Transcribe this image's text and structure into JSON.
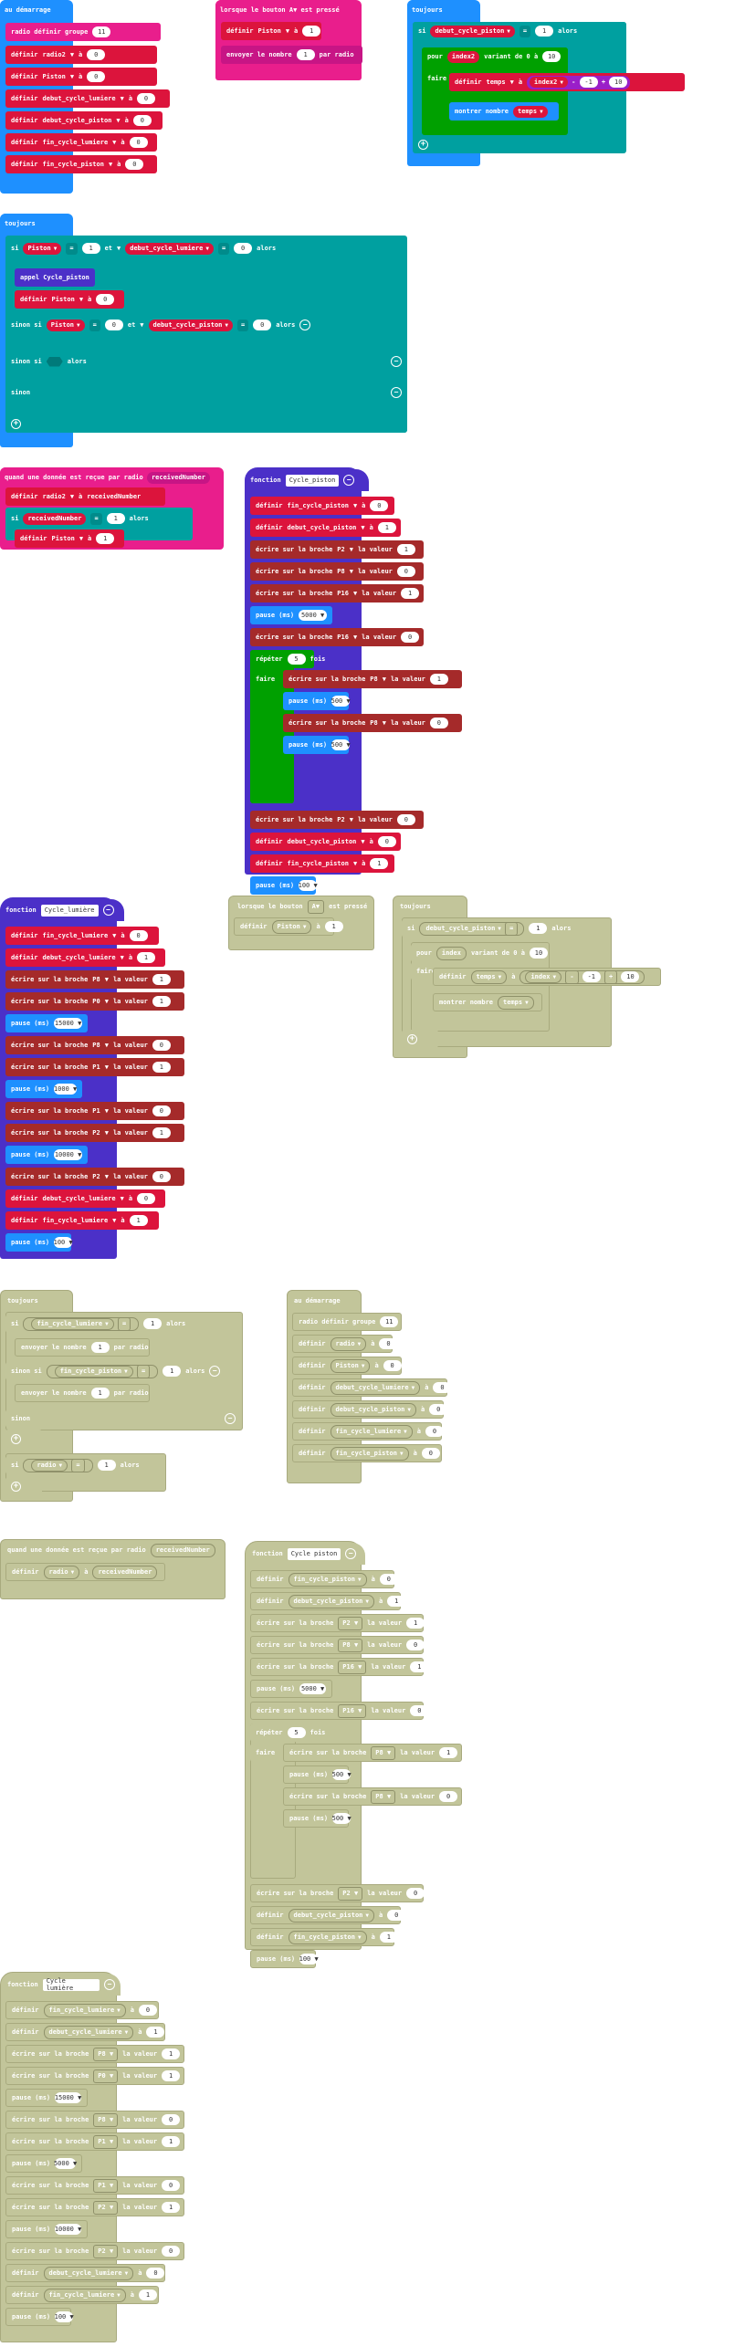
{
  "labels": {
    "on_start": "au démarrage",
    "forever": "toujours",
    "on_button": "lorsque le bouton",
    "is_pressed": "est pressé",
    "button_a": "A",
    "on_received": "quand une donnée est reçue par radio",
    "received_number": "receivedNumber",
    "radio_group": "radio définir groupe",
    "set": "définir",
    "to": "à",
    "send_number": "envoyer le nombre",
    "by_radio": "par radio",
    "if": "si",
    "then": "alors",
    "and": "et",
    "else_if": "sinon si",
    "else": "sinon",
    "call": "appel Cycle_piston",
    "for": "pour",
    "from_0_to": "variant de 0 à",
    "do": "faire",
    "show_number": "montrer nombre",
    "function": "fonction",
    "digital_write": "écrire sur la broche",
    "value": "la valeur",
    "pause": "pause (ms)",
    "repeat": "répéter",
    "times": "fois",
    "eq": "=",
    "minus": "-",
    "plus_op": "+"
  },
  "vars": {
    "radio": "radio",
    "radio2": "radio2",
    "piston": "Piston",
    "debut_lum": "debut_cycle_lumiere",
    "debut_pis": "debut_cycle_piston",
    "fin_lum": "fin_cycle_lumiere",
    "fin_pis": "fin_cycle_piston",
    "index": "index",
    "index2": "index2",
    "temps": "temps"
  },
  "values": {
    "group": "11",
    "zero": "0",
    "one": "1",
    "ten": "10",
    "neg1": "-1",
    "p5000": "5000",
    "p500": "500",
    "p100": "100",
    "p15000": "15000",
    "p1000": "1000",
    "p10000": "10000",
    "p5000b": "5000",
    "rep5": "5"
  },
  "functions": {
    "cycle_piston": "Cycle_piston",
    "cycle_lumiere": "Cycle_lumière",
    "cycle_piston_b": "Cycle piston",
    "cycle_lumiere_b": "Cycle lumière"
  },
  "pins": {
    "p0": "P0",
    "p1": "P1",
    "p2": "P2",
    "p8": "P8",
    "p16": "P16"
  },
  "colors": {
    "events": "#1e90ff",
    "radio": "#e91e8c",
    "variables": "#dc143c",
    "pins": "#a52a2a",
    "logic": "#00a0a0",
    "loops": "#00a000",
    "functions": "#4b30c8",
    "math": "#9a1fc8",
    "disabled": "#c2c59a"
  },
  "icons": {
    "plus": "+",
    "minus": "−",
    "arrow": "▼"
  }
}
